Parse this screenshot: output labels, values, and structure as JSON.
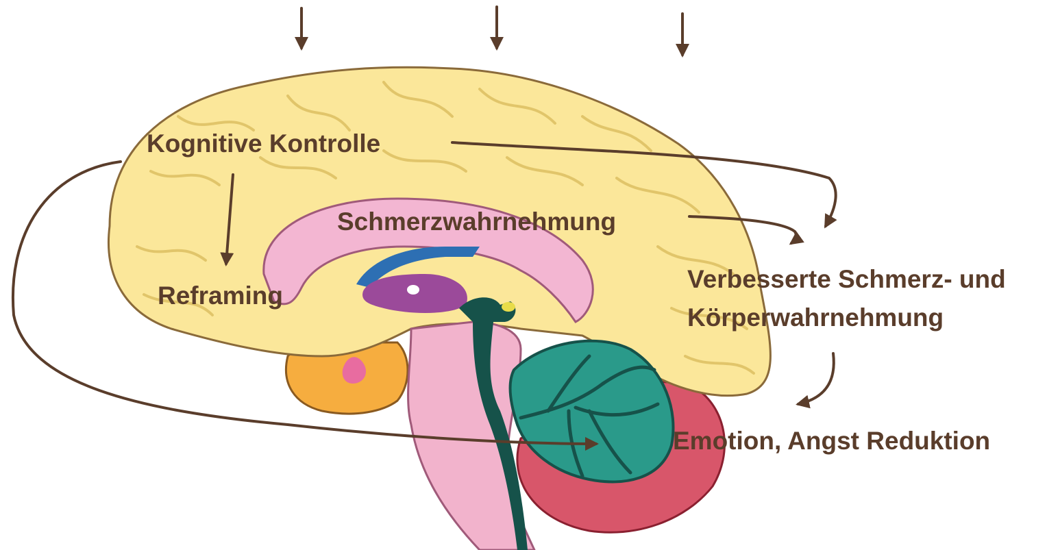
{
  "labels": {
    "cognitive_control": "Kognitive Kontrolle",
    "pain_perception": "Schmerzwahrnehmung",
    "reframing": "Reframing",
    "improved_line1": "Verbesserte Schmerz- und",
    "improved_line2": "Körperwahrnehmung",
    "emotion": "Emotion, Angst Reduktion"
  },
  "colors": {
    "arrow": "#5a3d2b",
    "label_text": "#5a3d2b",
    "cerebrum": "#fbe79a",
    "cerebrum_outline": "#8a6a3a",
    "corpus_callosum": "#f3b6d2",
    "ventricle": "#2d6fb3",
    "thalamus": "#9b4a9a",
    "brainstem": "#f2b3cc",
    "cerebellum_front": "#2a9a8a",
    "cerebellum_back": "#d8566a",
    "temporal_lobe": "#f6ad3f",
    "nerve_tract": "#16524a"
  }
}
